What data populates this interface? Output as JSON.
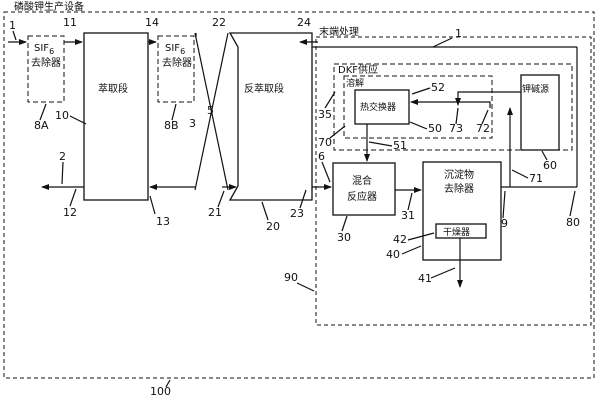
{
  "labels": {
    "facility_title": "磷酸钾生产设备",
    "treatment_title": "末端处理",
    "dkf_supply": "DKF供应",
    "dissolve": "溶解",
    "sif_remover_line1": "SIF",
    "sif_subscript": "6",
    "sif_remover_line2": "去除器",
    "extraction": "萃取段",
    "back_extraction": "反萃取段",
    "heat_exchanger": "热交换器",
    "potash_source": "钾碱源",
    "mix_reactor_line1": "混合",
    "mix_reactor_line2": "反应器",
    "precip_remover_line1": "沉淀物",
    "precip_remover_line2": "去除器",
    "dryer": "干燥器"
  },
  "refs": {
    "r1": "1",
    "r2": "2",
    "r3": "3",
    "r5": "5",
    "r6": "6",
    "r8a": "8A",
    "r8b": "8B",
    "r9": "9",
    "r10": "10",
    "r11": "11",
    "r12": "12",
    "r13": "13",
    "r14": "14",
    "r20": "20",
    "r21": "21",
    "r22": "22",
    "r23": "23",
    "r24": "24",
    "r30": "30",
    "r31": "31",
    "r35": "35",
    "r40": "40",
    "r41": "41",
    "r42": "42",
    "r50": "50",
    "r51": "51",
    "r52": "52",
    "r60": "60",
    "r70": "70",
    "r71": "71",
    "r72": "72",
    "r73": "73",
    "r80": "80",
    "r90": "90",
    "r100": "100",
    "r1b": "1"
  }
}
